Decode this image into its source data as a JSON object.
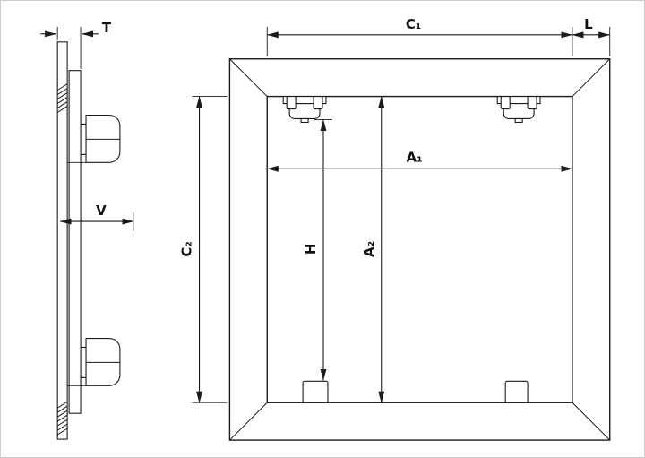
{
  "side_view": {
    "dimensions": {
      "t": "T",
      "v": "V"
    }
  },
  "front_view": {
    "dimensions": {
      "c1": "C₁",
      "l": "L",
      "a1": "A₁",
      "c2": "C₂",
      "h": "H",
      "a2": "A₂"
    }
  },
  "colors": {
    "line": "#1a1a1a",
    "background": "#ffffff"
  }
}
